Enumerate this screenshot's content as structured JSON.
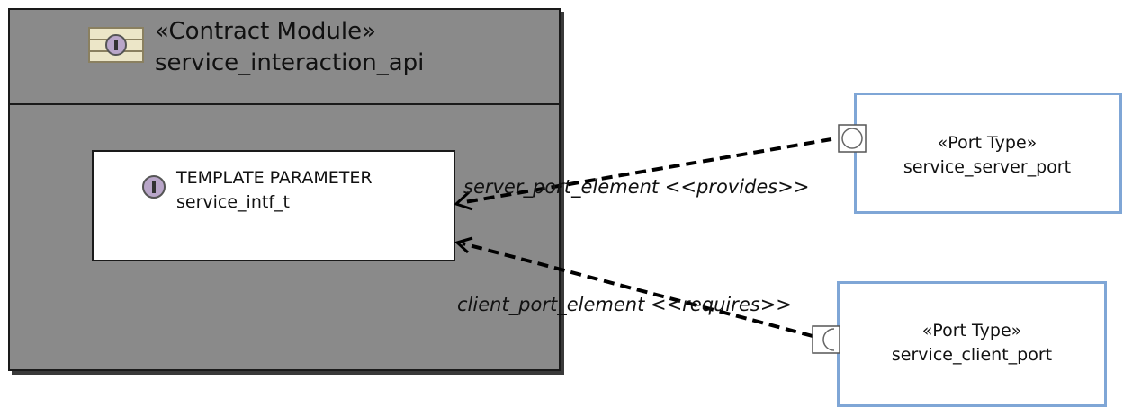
{
  "diagram": {
    "module": {
      "stereotype": "«Contract Module»",
      "name": "service_interaction_api",
      "icon": "interface-module-icon"
    },
    "template_parameter": {
      "heading": "TEMPLATE PARAMETER",
      "name": "service_intf_t",
      "icon": "interface-icon"
    },
    "ports": [
      {
        "stereotype": "«Port Type»",
        "name": "service_server_port",
        "icon": "provided-interface-icon"
      },
      {
        "stereotype": "«Port Type»",
        "name": "service_client_port",
        "icon": "required-interface-icon"
      }
    ],
    "edges": [
      {
        "label": "server_port_element <<provides>>"
      },
      {
        "label": "client_port_element <<requires>>"
      }
    ],
    "colors": {
      "module_fill": "#8a8a8a",
      "port_border": "#7fa6d6",
      "icon_fill": "#b9a6c9"
    }
  }
}
